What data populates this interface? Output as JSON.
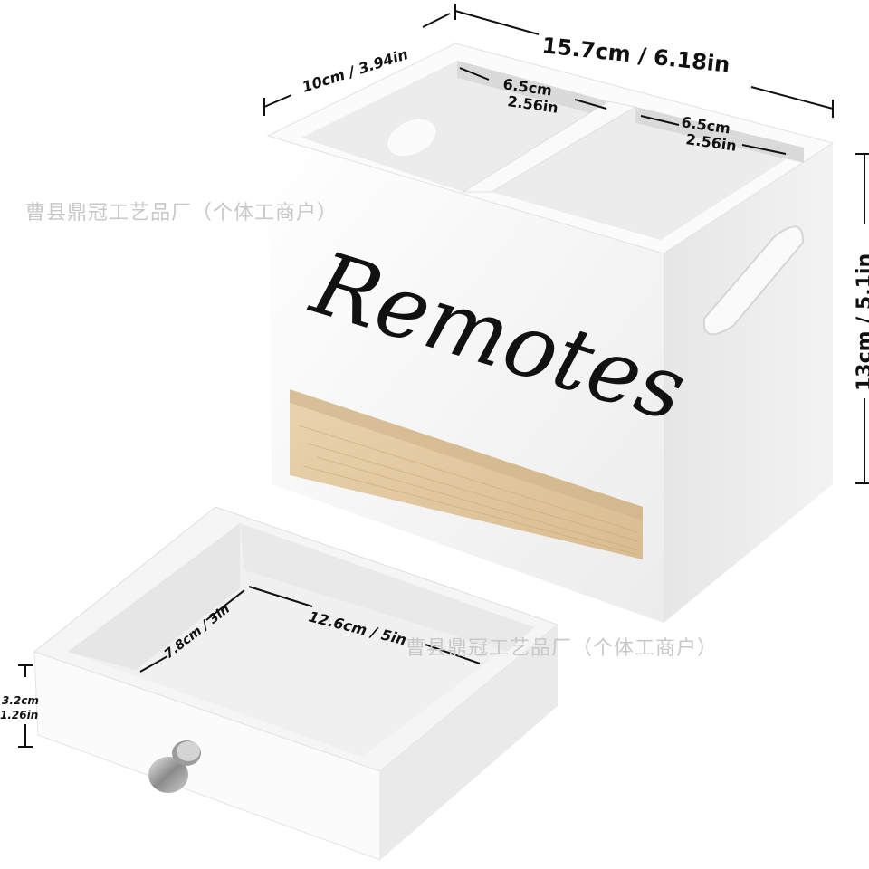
{
  "product_label": "Remotes",
  "watermark": "曹县鼎冠工艺品厂（个体工商户）",
  "dimensions": {
    "total_width": "15.7cm / 6.18in",
    "depth": "10cm / 3.94in",
    "height": "13cm / 5.1in",
    "slot_left_cm": "6.5cm",
    "slot_left_in": "2.56in",
    "slot_right_cm": "6.5cm",
    "slot_right_in": "2.56in",
    "drawer_width": "12.6cm / 5in",
    "drawer_depth": "7.8cm / 3in",
    "drawer_height_cm": "3.2cm",
    "drawer_height_in": "1.26in"
  },
  "colors": {
    "box_front": "#f7f7f7",
    "box_side": "#e4e4e4",
    "box_top_edge": "#fbfbfb",
    "wood": "#e3c9a2",
    "label_ink": "#111111",
    "watermark": "#c8c8c8"
  }
}
